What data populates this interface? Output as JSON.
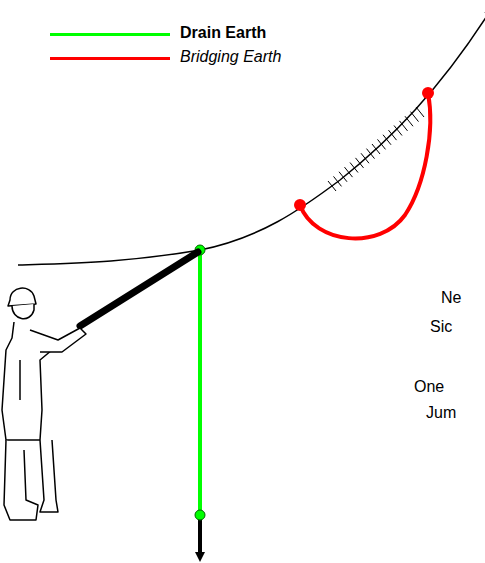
{
  "diagram": {
    "labels": [
      "Ne",
      "Sic",
      "One",
      "Jum"
    ],
    "legend": [
      {
        "text": "Drain Earth"
      },
      {
        "text": "Bridging Earth"
      }
    ]
  }
}
